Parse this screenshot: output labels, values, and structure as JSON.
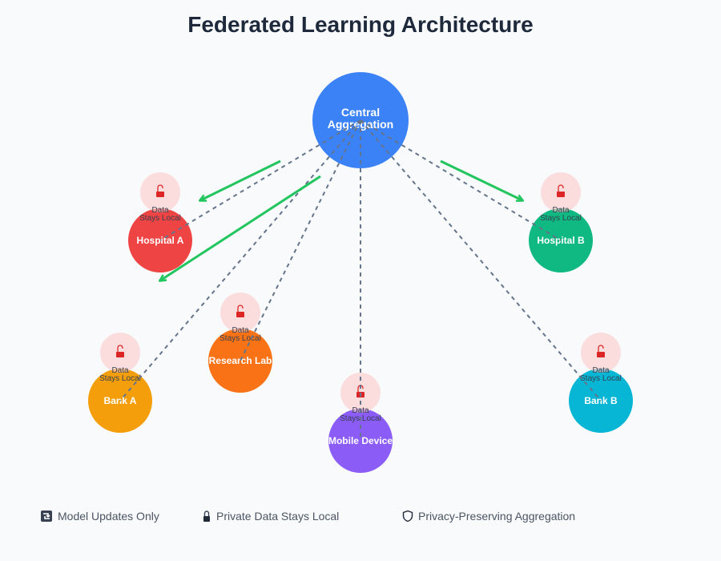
{
  "title": "Federated Learning Architecture",
  "colors": {
    "background": "#f8fafc",
    "central": "#3b82f6",
    "connection_line": "#64748b",
    "update_arrow": "#22c55e",
    "privacy_badge": "#fecaca",
    "lock": "#dc2626"
  },
  "central": {
    "label_line1": "Central",
    "label_line2": "Aggregation"
  },
  "privacy_badge": {
    "icon": "unlocked-padlock-icon",
    "line1": "Data",
    "line2": "Stays Local"
  },
  "nodes": [
    {
      "id": "hospital-a",
      "label": "Hospital A",
      "color": "#ef4444"
    },
    {
      "id": "hospital-b",
      "label": "Hospital B",
      "color": "#10b981"
    },
    {
      "id": "research-lab",
      "label": "Research Lab",
      "color": "#f97316"
    },
    {
      "id": "bank-a",
      "label": "Bank A",
      "color": "#f59e0b"
    },
    {
      "id": "mobile-device",
      "label": "Mobile Device",
      "color": "#8b5cf6"
    },
    {
      "id": "bank-b",
      "label": "Bank B",
      "color": "#06b6d4"
    }
  ],
  "legend": [
    {
      "icon": "sync-arrows-icon",
      "label": "Model Updates Only"
    },
    {
      "icon": "padlock-icon",
      "label": "Private Data Stays Local"
    },
    {
      "icon": "shield-icon",
      "label": "Privacy-Preserving Aggregation"
    }
  ]
}
